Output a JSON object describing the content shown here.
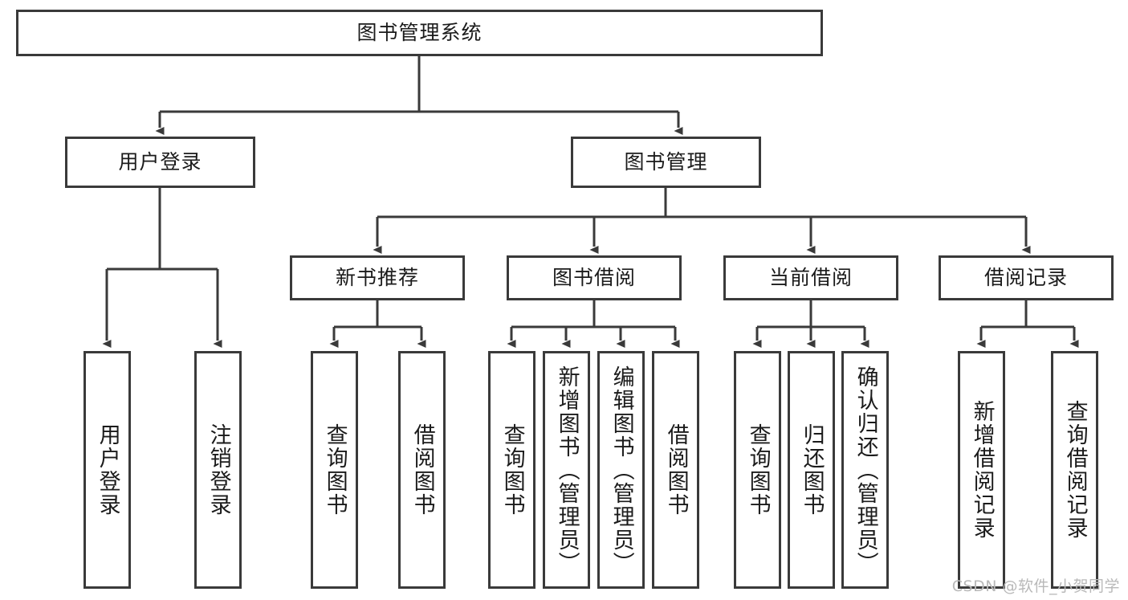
{
  "diagram": {
    "title": "图书管理系统",
    "watermark": "CSDN @软件_小贺同学",
    "line_color": "#3a3a3a",
    "box_fill": "#ffffff",
    "text_color": "#1b1b1b",
    "watermark_color": "#b9b9b9"
  },
  "level1": {
    "root": "图书管理系统"
  },
  "level2": [
    {
      "label": "用户登录"
    },
    {
      "label": "图书管理"
    }
  ],
  "level3": [
    {
      "label": "新书推荐"
    },
    {
      "label": "图书借阅"
    },
    {
      "label": "当前借阅"
    },
    {
      "label": "借阅记录"
    }
  ],
  "leaves": {
    "user_login": [
      {
        "label": "用户登录"
      },
      {
        "label": "注销登录"
      }
    ],
    "new_book_recommend": [
      {
        "label": "查询图书"
      },
      {
        "label": "借阅图书"
      }
    ],
    "book_borrow": [
      {
        "label": "查询图书"
      },
      {
        "label": "新增图书（管理员）"
      },
      {
        "label": "编辑图书（管理员）"
      },
      {
        "label": "借阅图书"
      }
    ],
    "current_borrow": [
      {
        "label": "查询图书"
      },
      {
        "label": "归还图书"
      },
      {
        "label": "确认归还（管理员）"
      }
    ],
    "borrow_record": [
      {
        "label": "新增借阅记录"
      },
      {
        "label": "查询借阅记录"
      }
    ]
  }
}
